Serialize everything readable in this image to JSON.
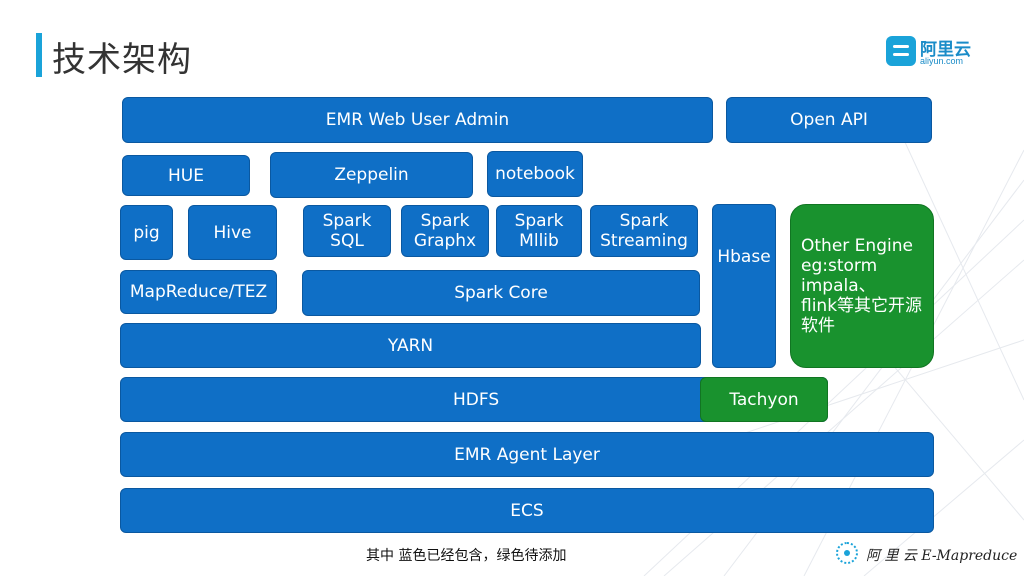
{
  "header": {
    "title": "技术架构",
    "logo_cn": "阿里云",
    "logo_en": "aliyun.com"
  },
  "blocks": {
    "emr_web_user_admin": "EMR Web User Admin",
    "open_api": "Open API",
    "hue": "HUE",
    "zeppelin": "Zeppelin",
    "notebook": "notebook",
    "pig": "pig",
    "hive": "Hive",
    "spark_sql": "Spark\nSQL",
    "spark_graphx": "Spark\nGraphx",
    "spark_mllib": "Spark\nMllib",
    "spark_streaming": "Spark\nStreaming",
    "hbase": "Hbase",
    "other_engine": "Other Engine\neg:storm\nimpala、\nflink等其它开源\n软件",
    "mapreduce_tez": "MapReduce/TEZ",
    "spark_core": "Spark Core",
    "yarn": "YARN",
    "hdfs": "HDFS",
    "tachyon": "Tachyon",
    "emr_agent_layer": "EMR Agent Layer",
    "ecs": "ECS"
  },
  "caption": "其中 蓝色已经包含，绿色待添加",
  "footer": {
    "text": "阿 里 云  E-Mapreduce"
  },
  "colors": {
    "included": "#0f6fc6",
    "to_be_added": "#19922e",
    "accent": "#1aa3d9"
  }
}
